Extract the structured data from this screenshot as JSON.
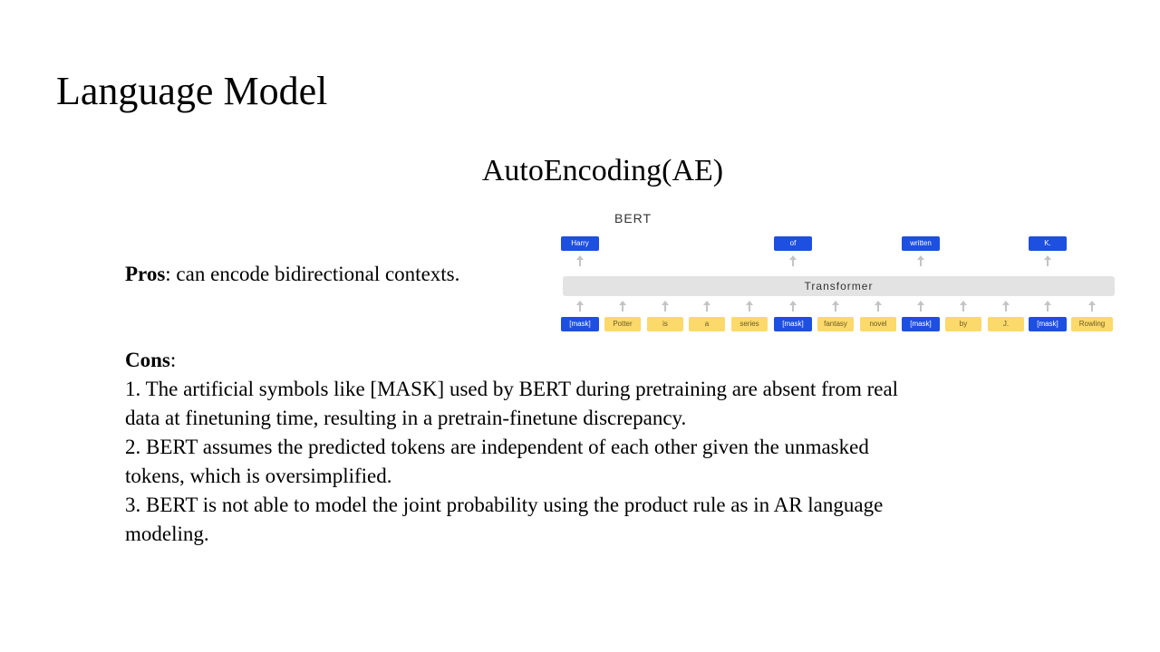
{
  "slide": {
    "title": "Language Model",
    "subtitle": "AutoEncoding(AE)"
  },
  "pros": {
    "label": "Pros",
    "text": ": can encode bidirectional contexts."
  },
  "cons": {
    "label": "Cons",
    "colon": ":",
    "lines": [
      "1. The artificial symbols like [MASK] used by BERT during pretraining are absent from real",
      "data at finetuning time, resulting in a pretrain-finetune discrepancy.",
      "2. BERT assumes the predicted tokens are independent of each other given the unmasked",
      "tokens, which is oversimplified.",
      "3. BERT is not able to model the joint probability using the product rule as in AR language",
      "modeling."
    ]
  },
  "diagram": {
    "label": "BERT",
    "transformer_label": "Transformer",
    "colors": {
      "masked": "#1d4fe0",
      "visible": "#fbd96a",
      "transformer": "#e3e3e3",
      "arrow": "#c4c4c4"
    },
    "outputs": [
      "Harry",
      "of",
      "written",
      "K."
    ],
    "inputs": [
      {
        "text": "[mask]",
        "masked": true
      },
      {
        "text": "Potter",
        "masked": false
      },
      {
        "text": "is",
        "masked": false
      },
      {
        "text": "a",
        "masked": false
      },
      {
        "text": "series",
        "masked": false
      },
      {
        "text": "[mask]",
        "masked": true
      },
      {
        "text": "fantasy",
        "masked": false
      },
      {
        "text": "novel",
        "masked": false
      },
      {
        "text": "[mask]",
        "masked": true
      },
      {
        "text": "by",
        "masked": false
      },
      {
        "text": "J.",
        "masked": false
      },
      {
        "text": "[mask]",
        "masked": true
      },
      {
        "text": "Rowling",
        "masked": false
      }
    ]
  }
}
